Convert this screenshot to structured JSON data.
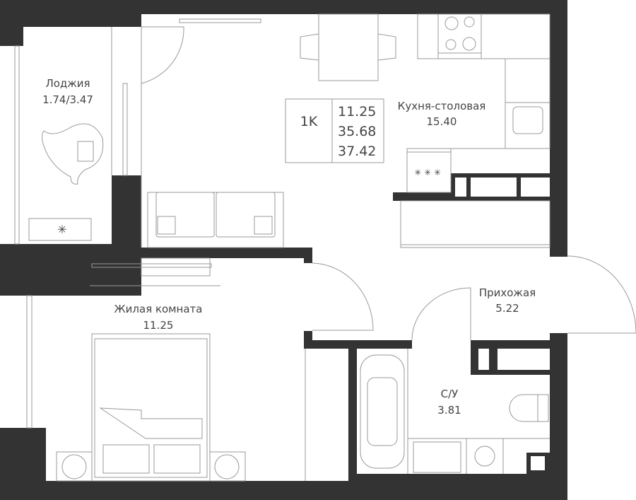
{
  "plan_type": "1K",
  "summary_areas": [
    "11.25",
    "35.68",
    "37.42"
  ],
  "rooms": {
    "loggia": {
      "name": "Лоджия",
      "area": "1.74/3.47"
    },
    "kitchen": {
      "name": "Кухня-столовая",
      "area": "15.40"
    },
    "living": {
      "name": "Жилая комната",
      "area": "11.25"
    },
    "hallway": {
      "name": "Прихожая",
      "area": "5.22"
    },
    "bathroom": {
      "name": "С/У",
      "area": "3.81"
    }
  },
  "colors": {
    "wall": "#333333",
    "lines": "#999999",
    "text": "#444444"
  }
}
